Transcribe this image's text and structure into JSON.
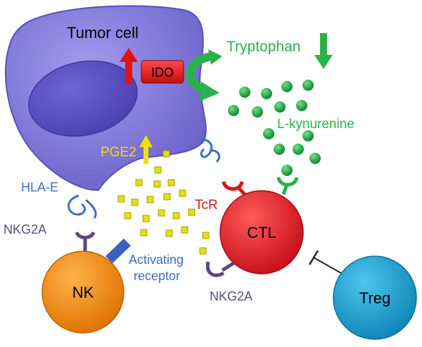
{
  "labels": {
    "tumor_cell": "Tumor cell",
    "tryptophan": "Tryptophan",
    "ido": "IDO",
    "l_kynurenine": "L-kynurenine",
    "pge2": "PGE2",
    "hla_e": "HLA-E",
    "tcr": "TcR",
    "nkg2a_left": "NKG2A",
    "nkg2a_bottom": "NKG2A",
    "ctl": "CTL",
    "nk": "NK",
    "activating": "Activating",
    "receptor": "receptor",
    "treg": "Treg"
  },
  "icons": {
    "up_arrow": "up-arrow-icon",
    "down_arrow": "down-arrow-icon",
    "curved_arrow": "curved-arrow-icon",
    "inhibition": "inhibition-icon"
  },
  "colors": {
    "tumor": "#8a7fdc",
    "nucleus": "#5a4fc0",
    "ido": "#e01414",
    "tryptophan": "#2ab24a",
    "kynurenine_ball": "#1f9e3c",
    "pge2": "#f5e600",
    "hla_e": "#3a6fc4",
    "tcr": "#e01414",
    "nkg2a": "#5b4a80",
    "ctl": "#e01b24",
    "nk": "#f08a0c",
    "treg": "#1aa3d1",
    "activating_receptor": "#3a5fc0"
  }
}
